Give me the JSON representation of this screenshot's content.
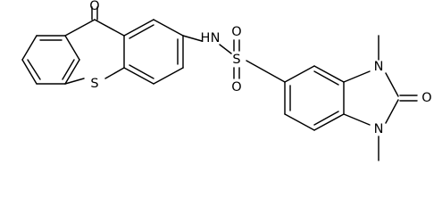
{
  "molecule": {
    "atom_labels": {
      "thioxanthone_carbonyl_oxygen": "O",
      "thioxanthone_sulfur": "S",
      "sulfonamide_nitrogen": "N",
      "sulfonamide_hydrogen": "H",
      "sulfonyl_sulfur": "S",
      "sulfonyl_oxygen_top": "O",
      "sulfonyl_oxygen_bottom": "O",
      "imidazolone_nitrogen_top": "N",
      "imidazolone_nitrogen_bottom": "N",
      "imidazolone_carbonyl_oxygen": "O"
    }
  }
}
